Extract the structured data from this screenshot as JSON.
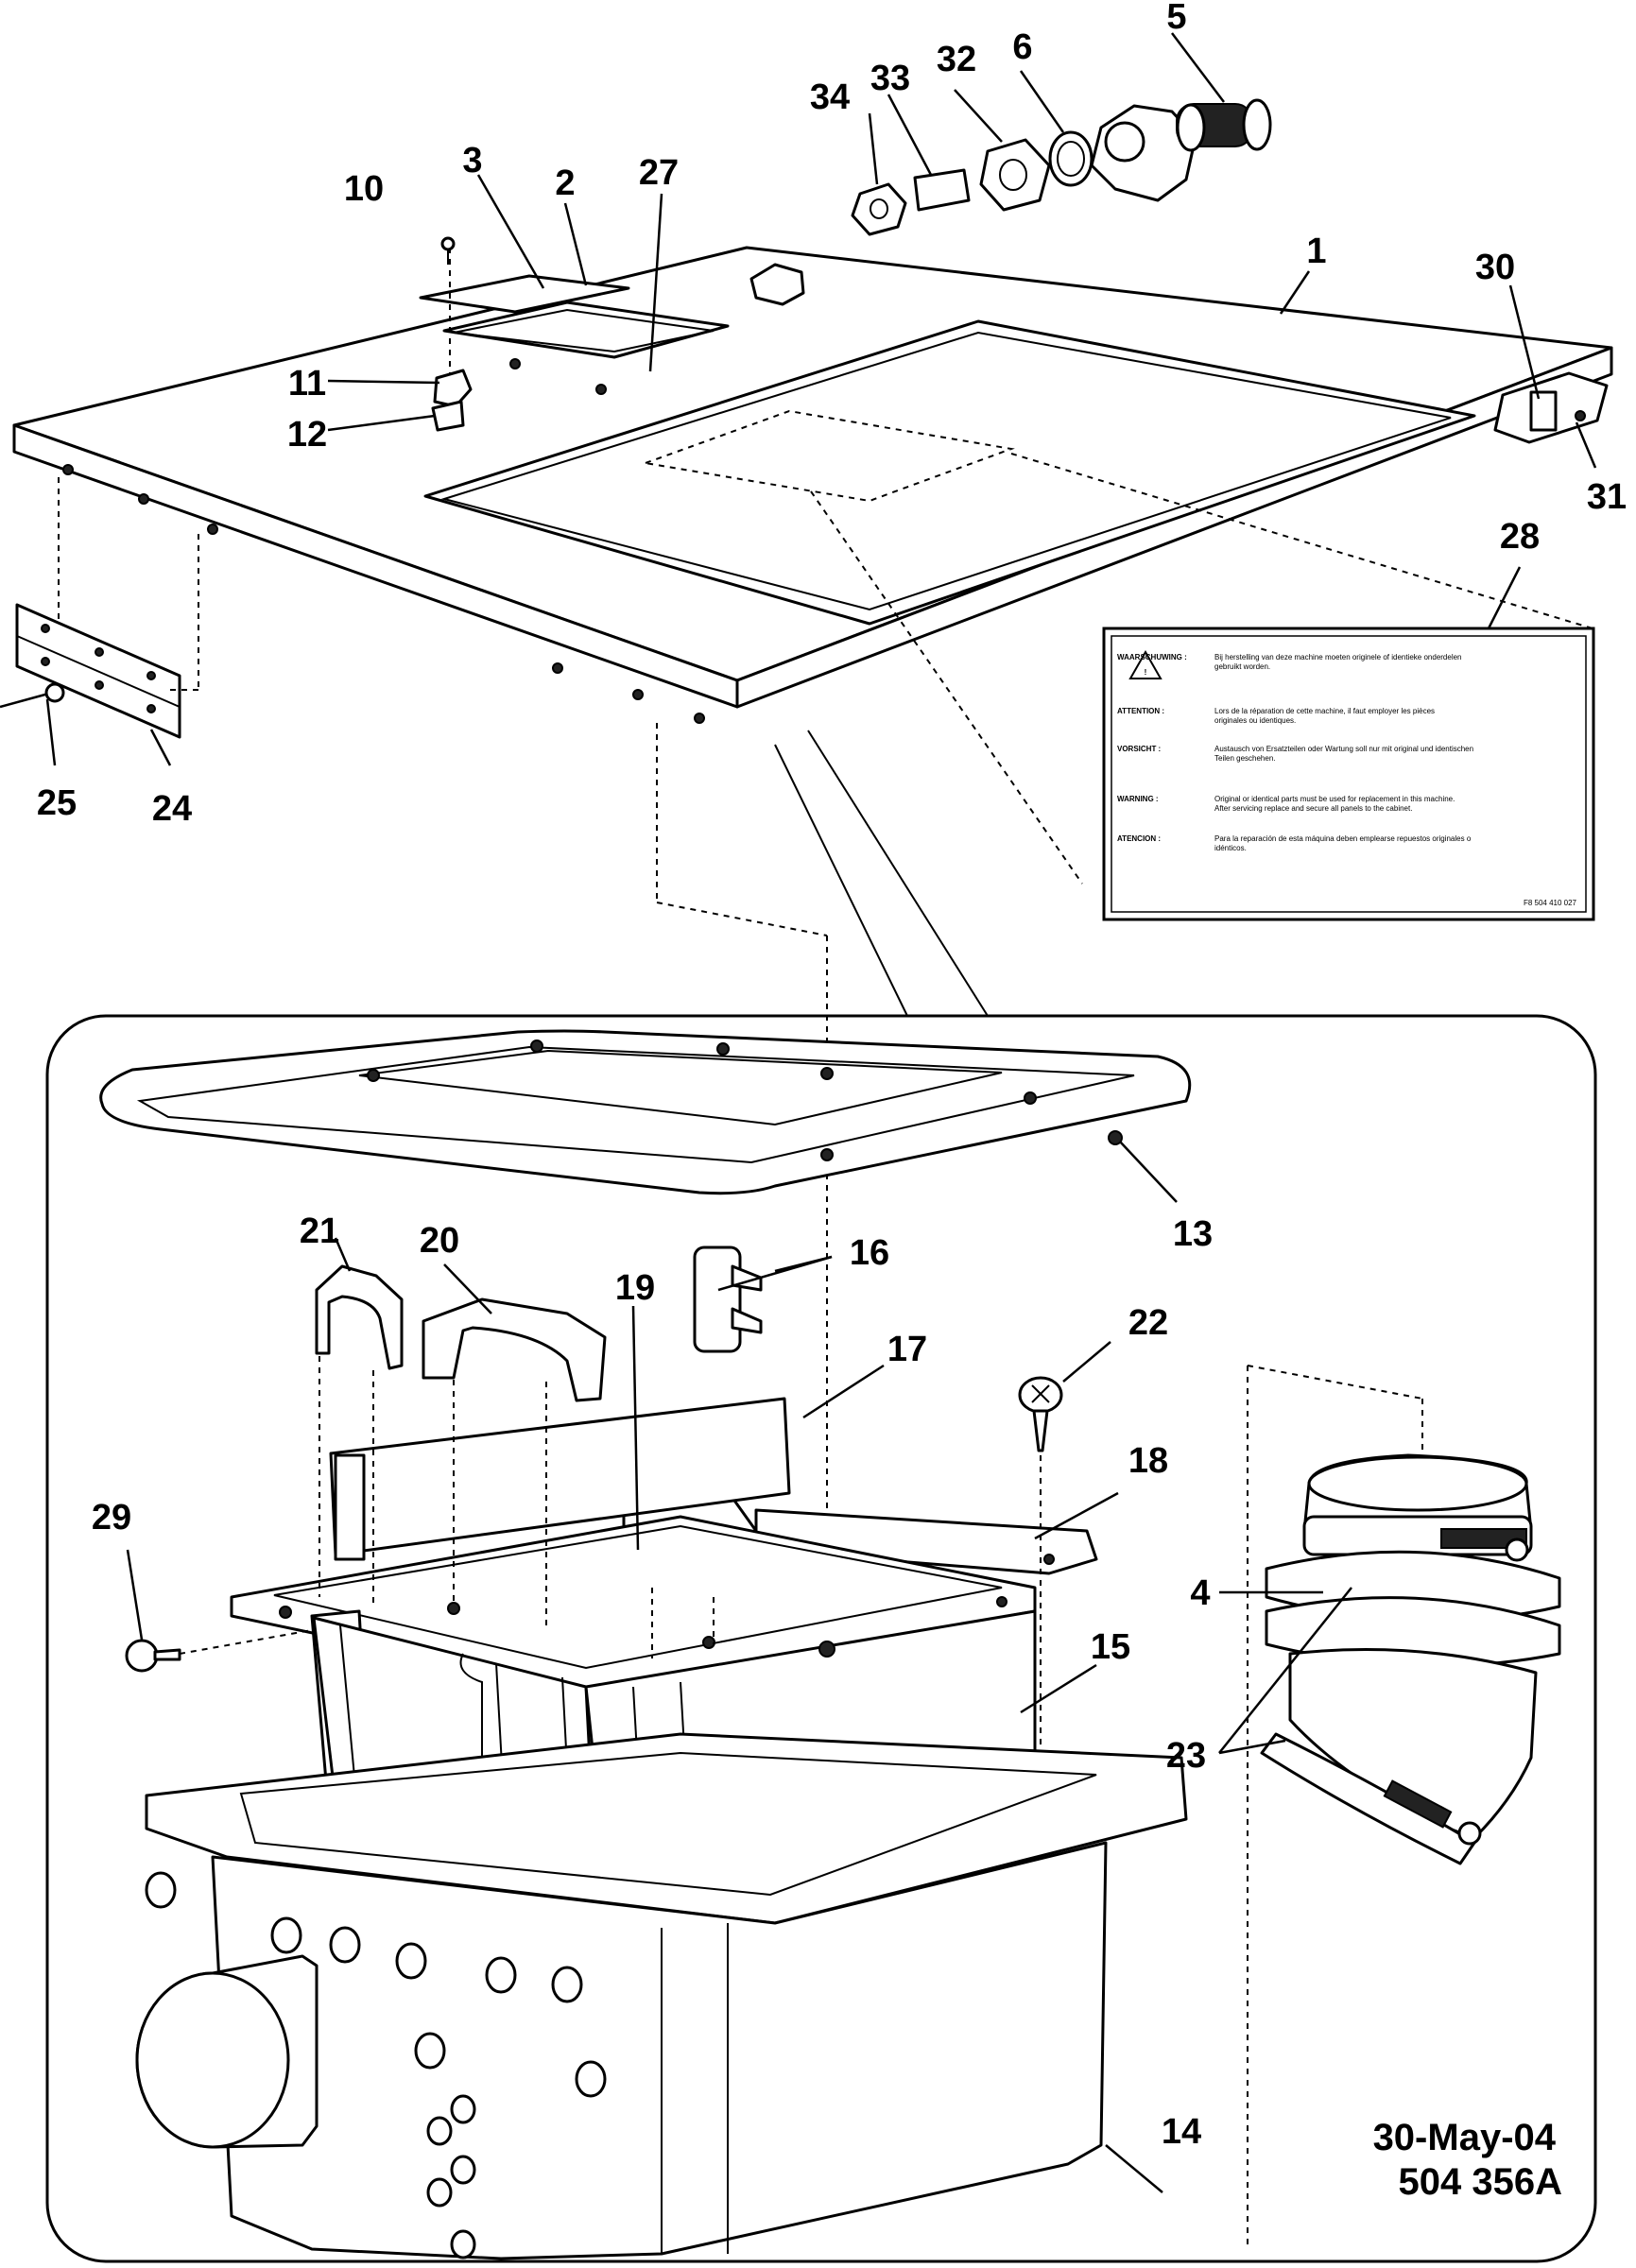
{
  "callouts": {
    "c1": "1",
    "c2": "2",
    "c3": "3",
    "c4": "4",
    "c5": "5",
    "c6": "6",
    "c10": "10",
    "c11": "11",
    "c12": "12",
    "c13": "13",
    "c14": "14",
    "c15": "15",
    "c16": "16",
    "c17": "17",
    "c18": "18",
    "c19": "19",
    "c20": "20",
    "c21": "21",
    "c22": "22",
    "c23": "23",
    "c24": "24",
    "c25": "25",
    "c27": "27",
    "c28": "28",
    "c29": "29",
    "c30": "30",
    "c31": "31",
    "c32": "32",
    "c33": "33",
    "c34": "34"
  },
  "warning_label": {
    "rows": [
      {
        "heading": "WAARSCHUWING :",
        "text": "Bij herstelling van deze machine moeten originele of identieke onderdelen gebruikt worden."
      },
      {
        "heading": "ATTENTION :",
        "text": "Lors de la réparation de cette machine, il faut employer les pièces originales ou identiques."
      },
      {
        "heading": "VORSICHT :",
        "text": "Austausch von Ersatzteilen oder Wartung soll nur mit original und identischen Teilen geschehen."
      },
      {
        "heading": "WARNING :",
        "text": "Original or identical parts must be used for replacement in this machine. After servicing replace and secure all panels to the cabinet."
      },
      {
        "heading": "ATENCION :",
        "text": "Para la reparación de esta máquina deben emplearse repuestos originales o idénticos."
      }
    ],
    "code": "F8 504 410 027"
  },
  "stamp": {
    "date": "30-May-04",
    "part_no": "504 356A"
  }
}
